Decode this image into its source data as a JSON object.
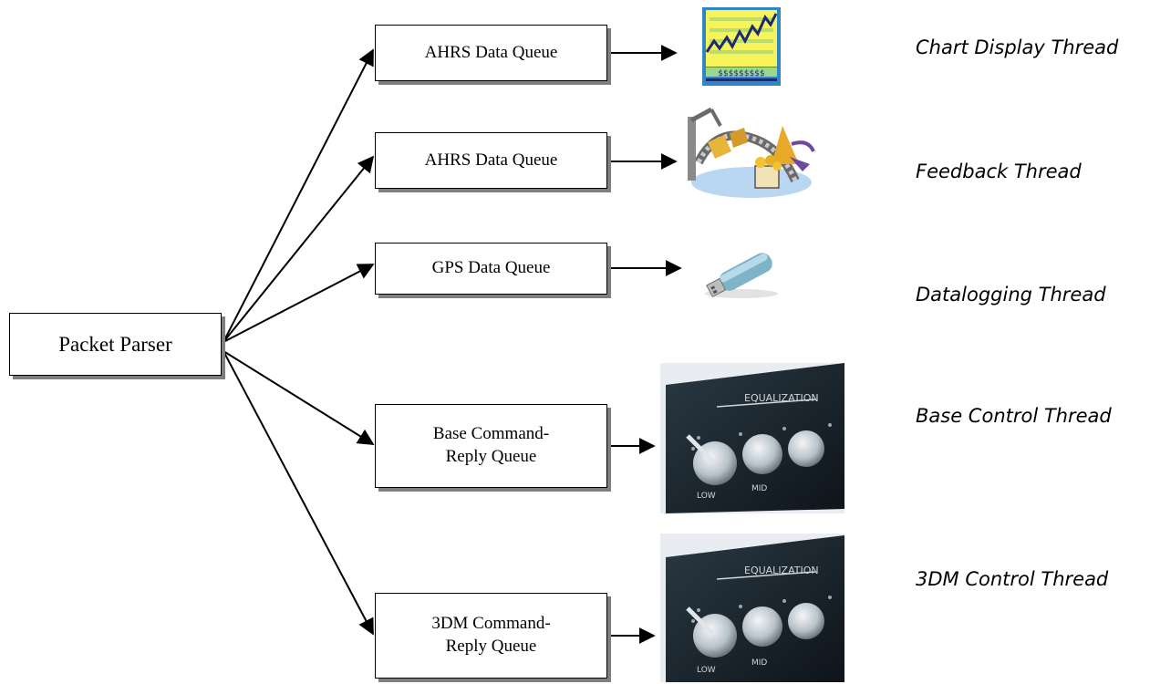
{
  "parser": {
    "label": "Packet Parser"
  },
  "queues": [
    {
      "label": "AHRS Data Queue"
    },
    {
      "label": "AHRS Data Queue"
    },
    {
      "label": "GPS Data Queue"
    },
    {
      "label": "Base Command-\nReply Queue"
    },
    {
      "label": "3DM Command-\nReply Queue"
    }
  ],
  "threads": [
    {
      "label": "Chart Display Thread",
      "icon": "stock-chart-icon"
    },
    {
      "label": "Feedback Thread",
      "icon": "factory-robot-icon"
    },
    {
      "label": "Datalogging Thread",
      "icon": "usb-drive-icon"
    },
    {
      "label": "Base Control Thread",
      "icon": "equalizer-knobs-icon"
    },
    {
      "label": "3DM Control Thread",
      "icon": "equalizer-knobs-icon"
    }
  ],
  "colors": {
    "line": "#000000",
    "shadow": "#7f7f7f",
    "chart_bg": "#f7f35a",
    "chart_frame": "#2f86c5",
    "usb": "#7fb4c8",
    "equalizer_panel": "#1f2a33"
  }
}
